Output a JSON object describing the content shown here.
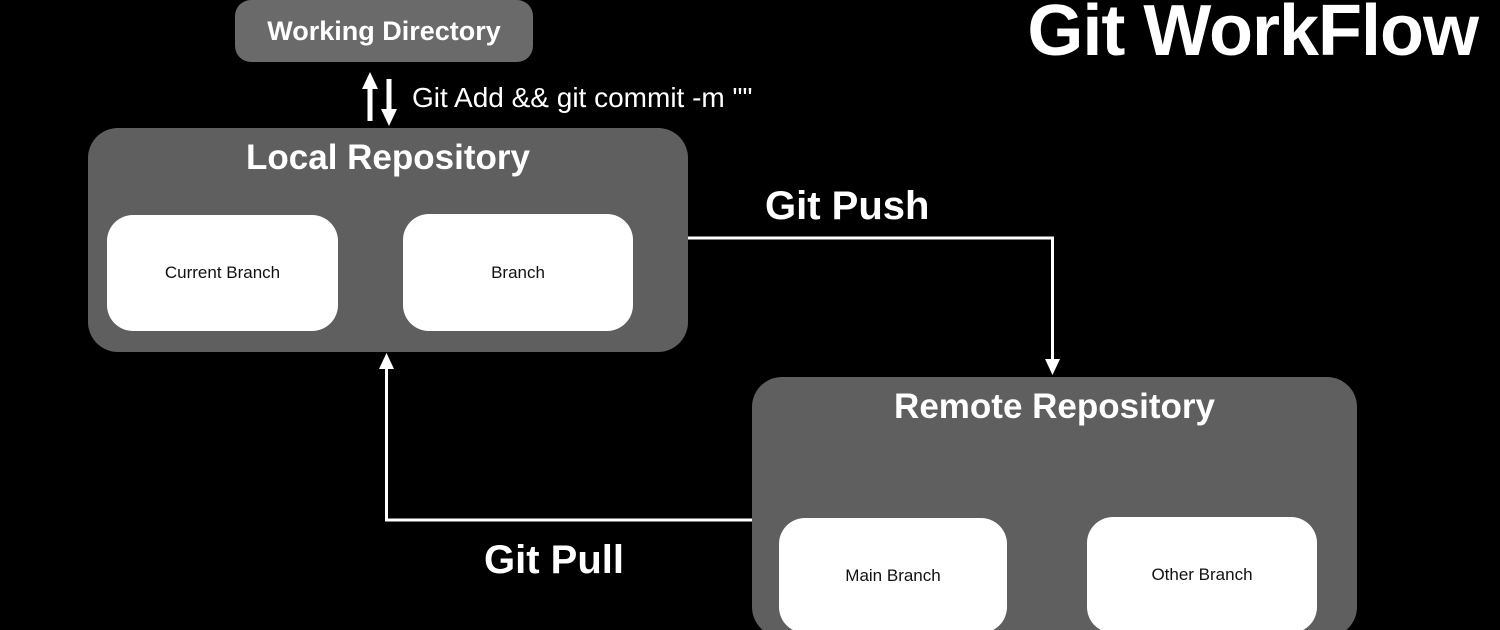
{
  "title": "Git WorkFlow",
  "working_directory": {
    "label": "Working Directory"
  },
  "commit_label": "Git Add && git commit -m \"\"",
  "local_repository": {
    "title": "Local Repository",
    "branches": [
      {
        "label": "Current Branch"
      },
      {
        "label": "Branch"
      }
    ]
  },
  "remote_repository": {
    "title": "Remote Repository",
    "branches": [
      {
        "label": "Main Branch"
      },
      {
        "label": "Other Branch"
      }
    ]
  },
  "arrows": {
    "push_label": "Git Push",
    "pull_label": "Git Pull"
  },
  "colors": {
    "background": "#000000",
    "node_gray": "#5f5f5f",
    "pill_gray": "#6a6a6a",
    "card_white": "#ffffff",
    "text_light": "#ffffff",
    "text_dark": "#111111",
    "arrow": "#ffffff"
  }
}
